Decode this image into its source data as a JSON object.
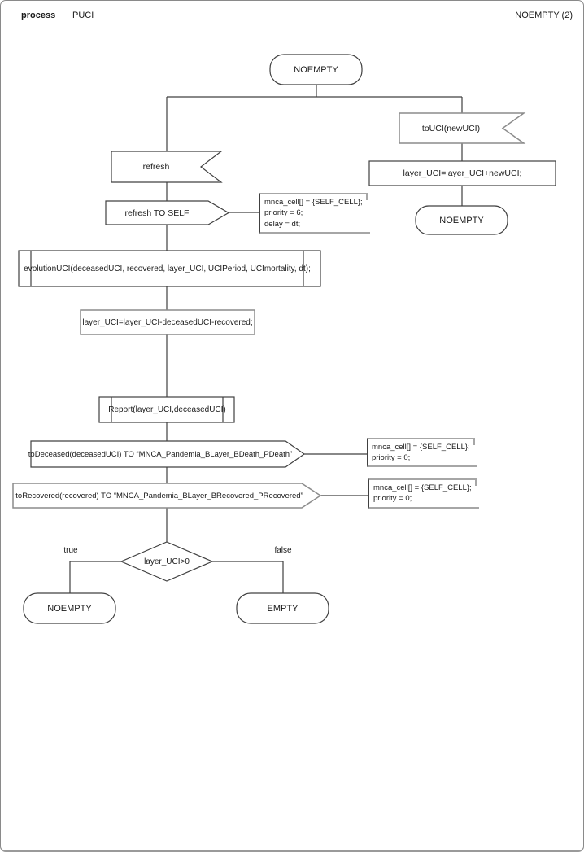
{
  "header": {
    "kind_label": "process",
    "name": "PUCI",
    "state_ref": "NOEMPTY (2)"
  },
  "colors": {
    "connector": "#404040",
    "shape_dark": "#404040",
    "shape_gray": "#8c8c8c",
    "comment_border": "#a6a6a6",
    "text": "#1a1a1a"
  },
  "nodes": {
    "start_state": "NOEMPTY",
    "input_toUCI": "toUCI(newUCI)",
    "task_add": "layer_UCI=layer_UCI+newUCI;",
    "state_after_toUCI": "NOEMPTY",
    "input_refresh": "refresh",
    "output_refresh_self": "refresh TO SELF",
    "proc_evolution": "evolutionUCI(deceasedUCI, recovered, layer_UCI, UCIPeriod, UCImortality, dt);",
    "task_update": "layer_UCI=layer_UCI-deceasedUCI-recovered;",
    "proc_report": "Report(layer_UCI,deceasedUCI)",
    "output_deceased": "toDeceased(deceasedUCI) TO “MNCA_Pandemia_BLayer_BDeath_PDeath”",
    "output_recovered": "toRecovered(recovered) TO “MNCA_Pandemia_BLayer_BRecovered_PRecovered”",
    "decision": "layer_UCI>0",
    "label_true": "true",
    "label_false": "false",
    "state_true": "NOEMPTY",
    "state_false": "EMPTY"
  },
  "comments": [
    {
      "lines": [
        "mnca_cell[] = {SELF_CELL};",
        "priority = 6;",
        "delay = dt;"
      ]
    },
    {
      "lines": [
        "mnca_cell[] = {SELF_CELL};",
        "priority = 0;"
      ]
    },
    {
      "lines": [
        "mnca_cell[] = {SELF_CELL};",
        "priority = 0;"
      ]
    }
  ]
}
